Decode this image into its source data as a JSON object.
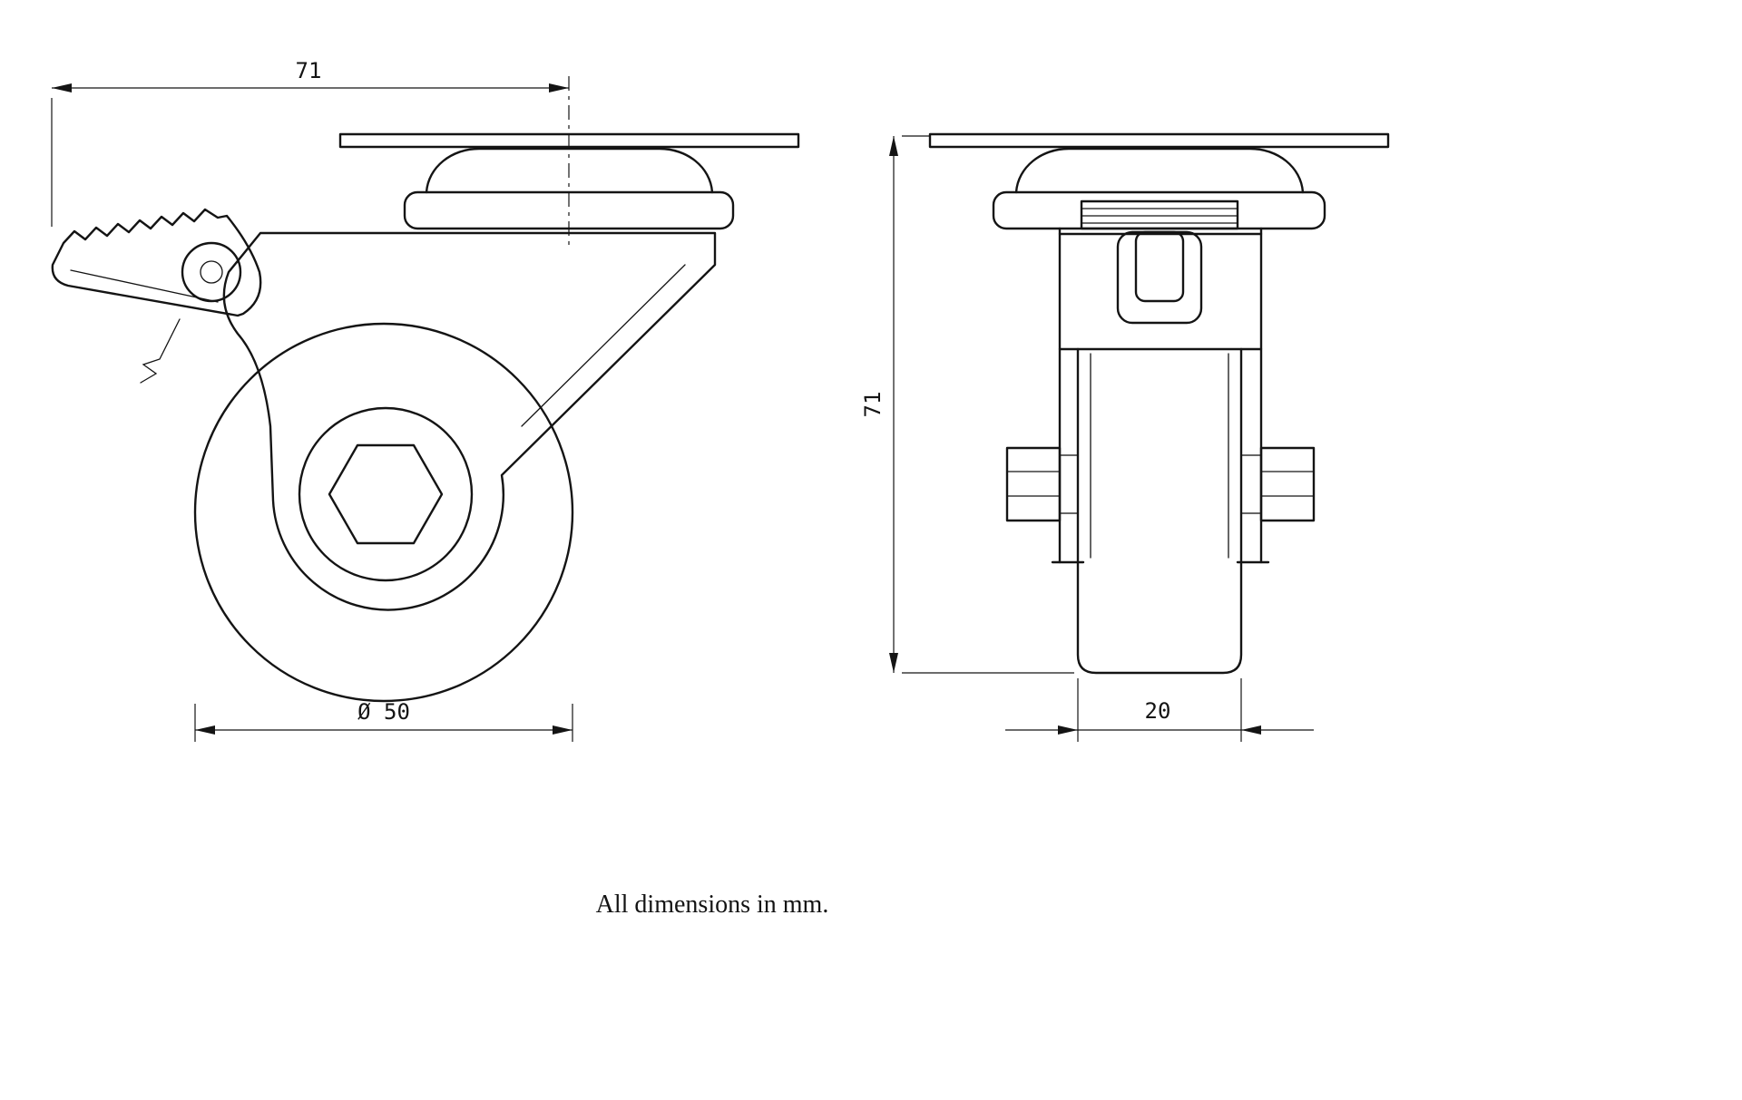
{
  "drawing": {
    "caption": "All dimensions in mm.",
    "dims": {
      "plate_offset": "71",
      "wheel_diameter": "Ø 50",
      "overall_height": "71",
      "wheel_width": "20"
    }
  }
}
